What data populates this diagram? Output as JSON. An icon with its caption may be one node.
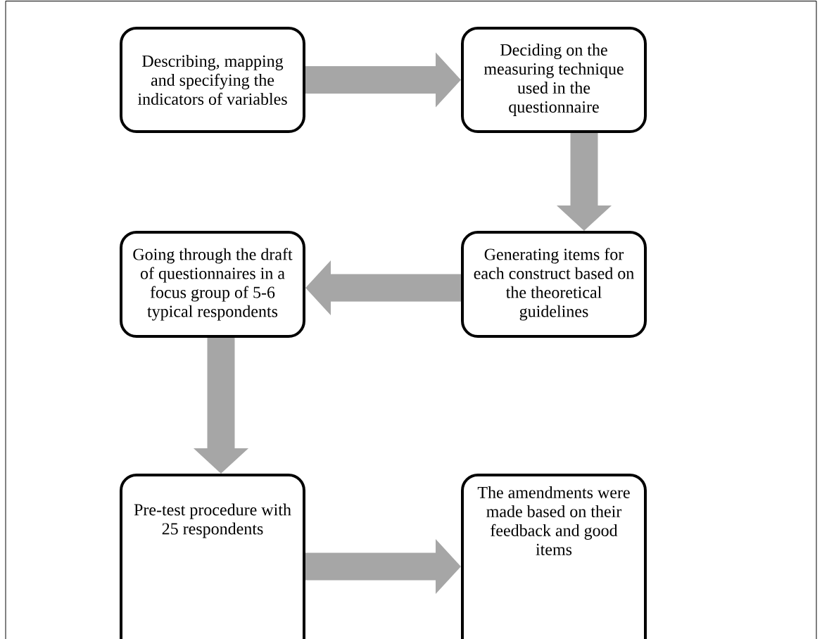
{
  "diagram": {
    "nodes": [
      {
        "text": [
          "Describing, mapping and specifying the indicators of variables"
        ]
      },
      {
        "text": [
          "Deciding on the measuring technique used in the questionnaire"
        ]
      },
      {
        "text": [
          "Generating items for each construct based on the theoretical guidelines"
        ]
      },
      {
        "text": [
          "Going through the draft of questionnaires in a focus group of 5-6 typical respondents"
        ]
      },
      {
        "text": [
          "Pre-test procedure with 25 respondents"
        ]
      },
      {
        "text": [
          "The amendments were made based on their feedback and good items"
        ]
      }
    ],
    "edges": [
      {
        "from": 0,
        "to": 1,
        "arrow": "to"
      },
      {
        "from": 1,
        "to": 2,
        "arrow": "to"
      },
      {
        "from": 2,
        "to": 3,
        "arrow": "to"
      },
      {
        "from": 3,
        "to": 4,
        "arrow": "to"
      },
      {
        "from": 4,
        "to": 5,
        "arrow": "to"
      }
    ]
  }
}
